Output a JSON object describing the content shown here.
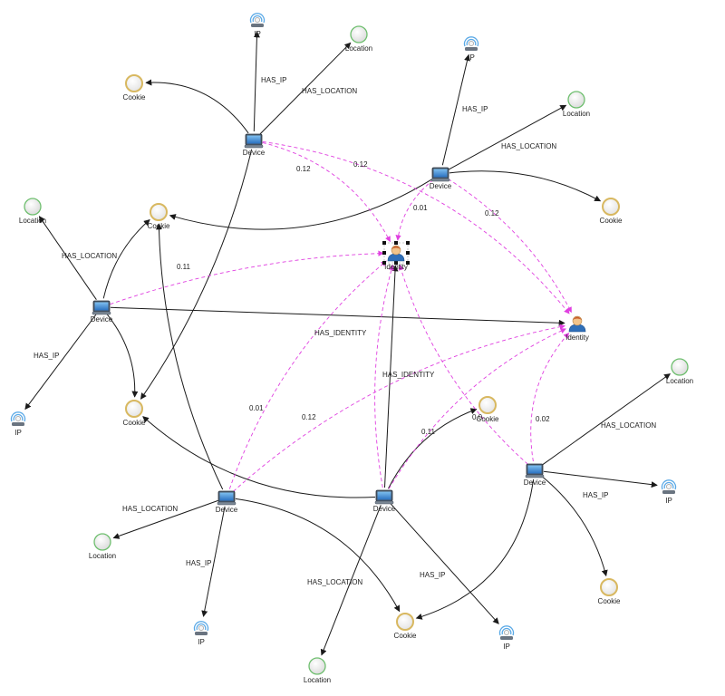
{
  "node_labels": {
    "device": "Device",
    "identity": "Identity",
    "cookie": "Cookie",
    "location": "Location",
    "ip": "IP"
  },
  "edge_types": {
    "has_ip": "HAS_IP",
    "has_location": "HAS_LOCATION",
    "has_identity": "HAS_IDENTITY"
  },
  "score_labels": [
    "0.12",
    "0.12",
    "0.01",
    "0.12",
    "0.11",
    "0.01",
    "0.12",
    "0.11",
    "0.0",
    "0.02"
  ],
  "colors": {
    "solid_edge": "#1a1a1a",
    "dashed_edge": "#e040e0",
    "cookie_ring": "#d8b860",
    "location_ring": "#6fbf6f",
    "device_screen": "#3a8fd8",
    "selection_handle": "#111111"
  },
  "icons": [
    "device-icon",
    "identity-icon",
    "cookie-icon",
    "location-icon",
    "ip-icon"
  ]
}
